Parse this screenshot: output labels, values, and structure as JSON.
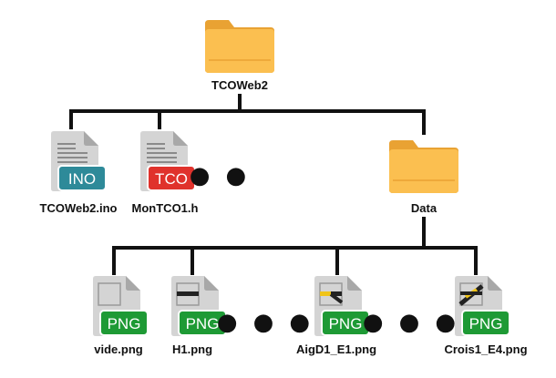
{
  "root": {
    "name": "TCOWeb2",
    "icon": "folder-icon"
  },
  "children": [
    {
      "name": "TCOWeb2.ino",
      "icon": "file-icon",
      "badge": "INO",
      "badge_color": "#2e8a99"
    },
    {
      "name": "MonTCO1.h",
      "icon": "file-icon",
      "badge": "TCO",
      "badge_color": "#e0322c"
    },
    {
      "name": "Data",
      "icon": "folder-icon"
    }
  ],
  "data_children": [
    {
      "name": "vide.png",
      "icon": "file-icon",
      "badge": "PNG",
      "badge_color": "#1e9a35",
      "thumb": "blank"
    },
    {
      "name": "H1.png",
      "icon": "file-icon",
      "badge": "PNG",
      "badge_color": "#1e9a35",
      "thumb": "horizontal-bar"
    },
    {
      "name": "AigD1_E1.png",
      "icon": "file-icon",
      "badge": "PNG",
      "badge_color": "#1e9a35",
      "thumb": "turnout"
    },
    {
      "name": "Crois1_E4.png",
      "icon": "file-icon",
      "badge": "PNG",
      "badge_color": "#1e9a35",
      "thumb": "crossing"
    }
  ],
  "ellipsis": "● ●",
  "ellipsis_long": "● ● ●",
  "colors": {
    "folder": "#fbbf50",
    "folder_dark": "#e9a233",
    "file_body": "#d4d4d4",
    "file_fold": "#a8a8a8",
    "line": "#111111"
  }
}
